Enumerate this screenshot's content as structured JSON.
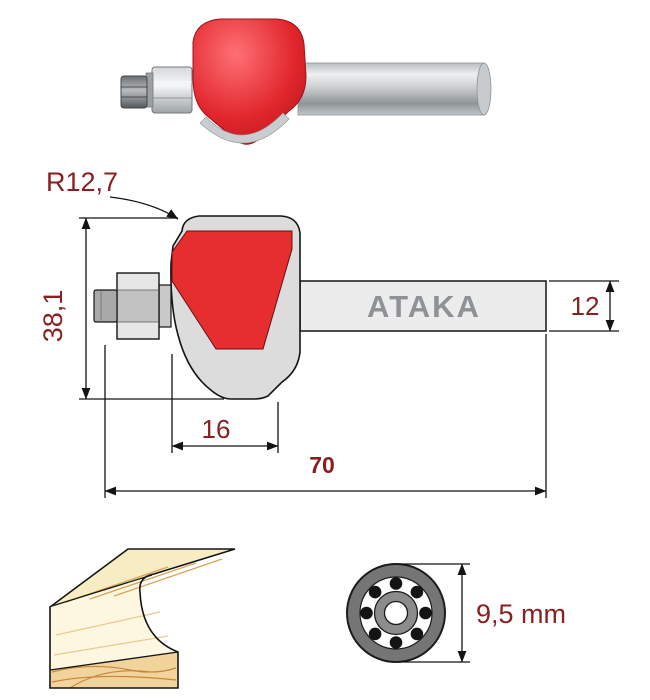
{
  "drawing": {
    "brand_label": "ATAKA",
    "dim_radius": "R12,7",
    "dim_height": "38,1",
    "dim_shank_diameter": "12",
    "dim_cut_width": "16",
    "dim_total_length": "70"
  },
  "bearing_view": {
    "dim_diameter": "9,5 mm"
  },
  "colors": {
    "cutter_red": "#e62e30",
    "dimension_text": "#8b1e1e",
    "brand_text": "#8e9296",
    "drawing_fill": "#dcdcdc",
    "shank_fill": "#ececec",
    "wood_fill": "#f0d49c"
  }
}
